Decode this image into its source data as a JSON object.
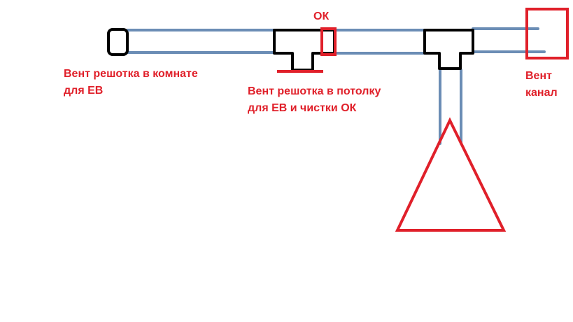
{
  "labels": {
    "room_grille": [
      "Вент решотка в комнате",
      "для ЕВ"
    ],
    "ok": "ОК",
    "ceiling_grille": [
      "Вент решотка в потолку",
      "для ЕВ и чистки ОК"
    ],
    "vent_canal": [
      "Вент",
      "канал"
    ]
  },
  "colors": {
    "pipe": "#6b8db5",
    "outline": "#000000",
    "accent": "#e0202a",
    "background": "#ffffff"
  }
}
